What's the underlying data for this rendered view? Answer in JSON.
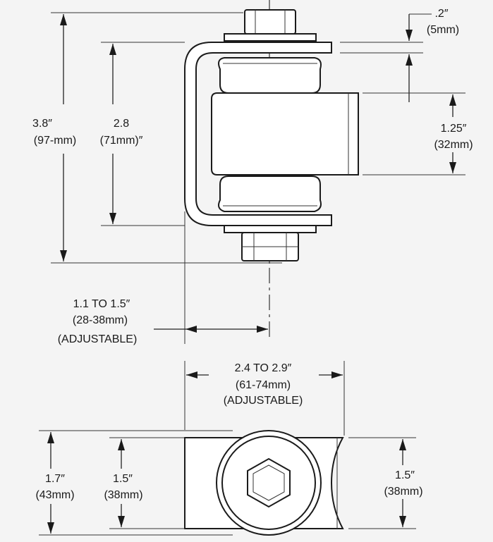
{
  "labels": {
    "overall_height": {
      "in": "3.8″",
      "mm": "(97-mm)"
    },
    "inner_height": {
      "in": "2.8",
      "mm": "(71mm)″"
    },
    "top_gap": {
      "in": ".2″",
      "mm": "(5mm)"
    },
    "barrel_height": {
      "in": "1.25″",
      "mm": "(32mm)"
    },
    "offset": {
      "in": "1.1 TO 1.5″",
      "mm": "(28-38mm)",
      "note": "(ADJUSTABLE)"
    },
    "length": {
      "in": "2.4 TO 2.9″",
      "mm": "(61-74mm)",
      "note": "(ADJUSTABLE)"
    },
    "washer_dia": {
      "in": "1.7″",
      "mm": "(43mm)"
    },
    "plate_width": {
      "in": "1.5″",
      "mm": "(38mm)"
    },
    "plate_width_right": {
      "in": "1.5″",
      "mm": "(38mm)"
    }
  }
}
